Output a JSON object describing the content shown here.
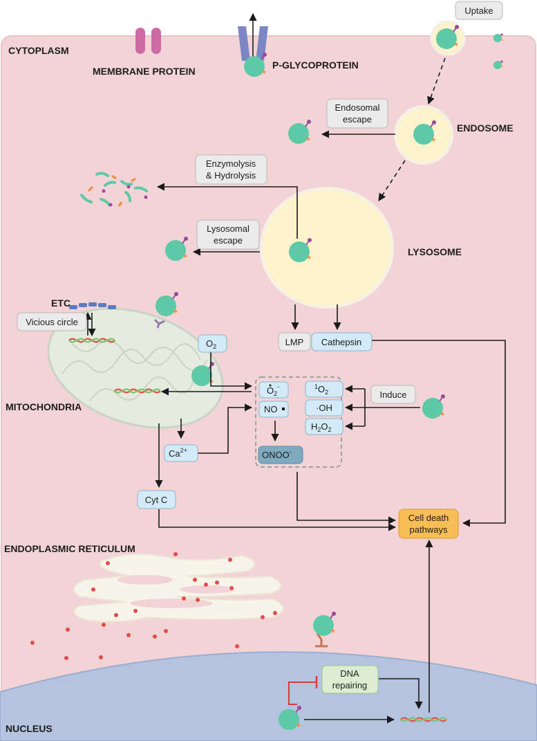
{
  "regions": {
    "cytoplasm": "CYTOPLASM",
    "membrane_protein": "MEMBRANE PROTEIN",
    "p_glycoprotein": "P-GLYCOPROTEIN",
    "endosome": "ENDOSOME",
    "lysosome": "LYSOSOME",
    "etc": "ETC",
    "mitochondria": "MITOCHONDRIA",
    "endoplasmic_reticulum": "ENDOPLASMIC RETICULUM",
    "nucleus": "NUCLEUS"
  },
  "labels": {
    "uptake": "Uptake",
    "endosomal_escape_1": "Endosomal",
    "endosomal_escape_2": "escape",
    "enzymolysis_1": "Enzymolysis",
    "enzymolysis_2": "& Hydrolysis",
    "lysosomal_escape_1": "Lysosomal",
    "lysosomal_escape_2": "escape",
    "vicious_circle": "Vicious circle",
    "lmp": "LMP",
    "cathepsin": "Cathepsin",
    "o2": "O",
    "o2_sub": "2",
    "superoxide": "O",
    "superoxide_sup": "-",
    "superoxide_sub": "2",
    "singlet_oxygen_sup": "1",
    "singlet_oxygen": "O",
    "singlet_oxygen_sub": "2",
    "no_radical": "NO",
    "hydroxyl": "·OH",
    "h2o2_a": "H",
    "h2o2_b": "2",
    "h2o2_c": "O",
    "h2o2_d": "2",
    "peroxynitrite": "ONOO",
    "peroxynitrite_sup": "-",
    "induce": "Induce",
    "calcium": "Ca",
    "calcium_sup": "2+",
    "cyt_c": "Cyt C",
    "cell_death_1": "Cell death",
    "cell_death_2": "pathways",
    "dna_repairing_1": "DNA",
    "dna_repairing_2": "repairing"
  },
  "colors": {
    "cytoplasm_fill": "#f2d4d6",
    "cytoplasm_edge": "#e8c2c4",
    "nucleus_fill": "#b5c3de",
    "vesicle_fill": "#fcf3cc",
    "vesicle_edge": "#f6f1e6",
    "nanoparticle": "#5ec9a6",
    "ligand_purple": "#9a4a9a",
    "ligand_orange": "#f28a3a",
    "membrane_protein": "#cd6aa6",
    "p_glycoprotein": "#7d86c4",
    "gray_box": "#ebebeb",
    "blue_box": "#d3ebf7",
    "dark_blue_box": "#7ea9bf",
    "orange_box": "#f7bd57",
    "green_box": "#dcedd2",
    "inhibit_red": "#d93a3a",
    "mito_fill": "#e5ecdf",
    "er_fill": "#f7f4ea",
    "ribosome": "#e54b4b",
    "etc_blue": "#5b7cc0"
  },
  "icons": [
    "nanoparticle-icon",
    "dna-icon",
    "membrane-protein-icon",
    "p-glycoprotein-icon",
    "ribosome-icon"
  ]
}
